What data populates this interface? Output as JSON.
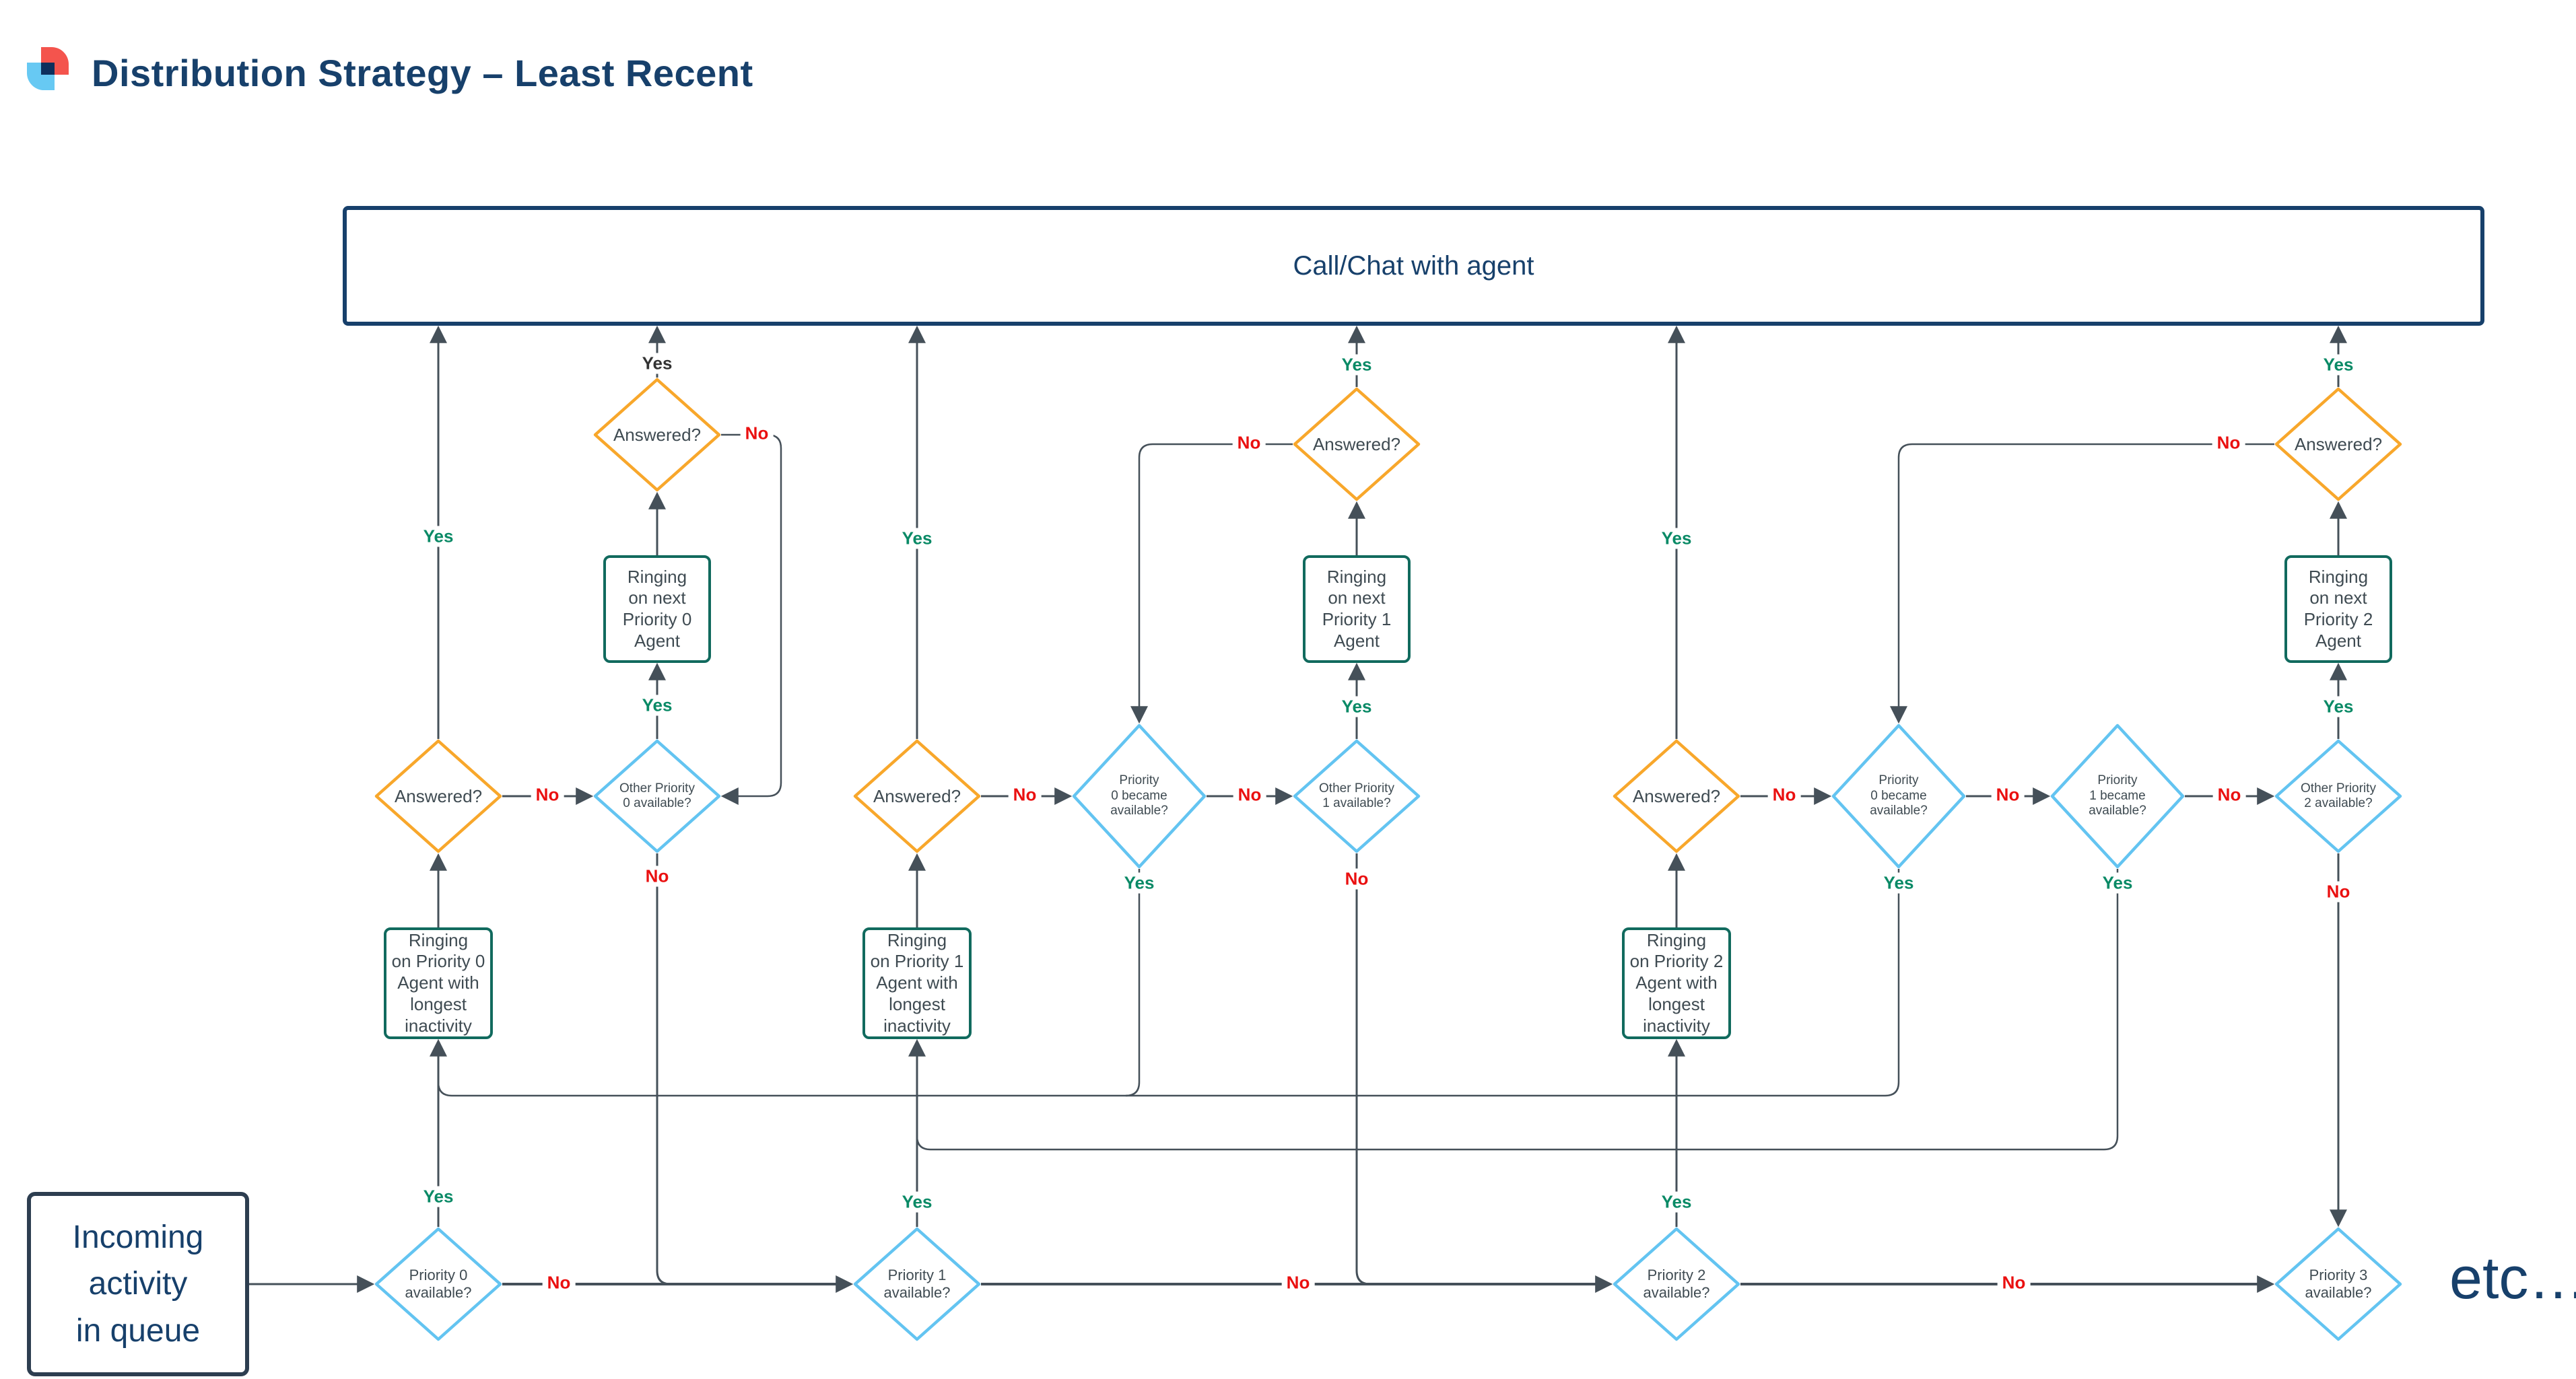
{
  "header": {
    "title": "Distribution Strategy – Least Recent"
  },
  "etc_label": "etc…",
  "edge_labels": {
    "yes": "Yes",
    "no": "No"
  },
  "colors": {
    "navy": "#17406b",
    "slate_border": "#2d3e50",
    "teal_border": "#116a5e",
    "orange_diamond": "#f8a72b",
    "blue_diamond": "#63c4f1",
    "line": "#455059",
    "yes_green": "#0a8a66",
    "no_red": "#ea1010",
    "node_text": "#3f4b52",
    "logo_red": "#f4544d",
    "logo_blue": "#67c9f3",
    "logo_navy": "#0e2f5c"
  },
  "nodes": {
    "callchat": {
      "lines": [
        "Call/Chat with agent"
      ]
    },
    "incoming": {
      "lines": [
        "Incoming",
        "activity",
        "in queue"
      ]
    },
    "ring_next_p0": {
      "lines": [
        "Ringing",
        "on next",
        "Priority 0",
        "Agent"
      ]
    },
    "ring_next_p1": {
      "lines": [
        "Ringing",
        "on next",
        "Priority 1",
        "Agent"
      ]
    },
    "ring_next_p2": {
      "lines": [
        "Ringing",
        "on next",
        "Priority 2",
        "Agent"
      ]
    },
    "ring_long_p0": {
      "lines": [
        "Ringing",
        "on Priority 0",
        "Agent with",
        "longest",
        "inactivity"
      ]
    },
    "ring_long_p1": {
      "lines": [
        "Ringing",
        "on Priority 1",
        "Agent with",
        "longest",
        "inactivity"
      ]
    },
    "ring_long_p2": {
      "lines": [
        "Ringing",
        "on Priority 2",
        "Agent with",
        "longest",
        "inactivity"
      ]
    },
    "ans_top_p0": {
      "lines": [
        "Answered?"
      ]
    },
    "ans_top_p1": {
      "lines": [
        "Answered?"
      ]
    },
    "ans_top_p2": {
      "lines": [
        "Answered?"
      ]
    },
    "ans_mid_p0": {
      "lines": [
        "Answered?"
      ]
    },
    "ans_mid_p1": {
      "lines": [
        "Answered?"
      ]
    },
    "ans_mid_p2": {
      "lines": [
        "Answered?"
      ]
    },
    "other_p0": {
      "lines": [
        "Other Priority",
        "0 available?"
      ]
    },
    "other_p1": {
      "lines": [
        "Other Priority",
        "1 available?"
      ]
    },
    "other_p2": {
      "lines": [
        "Other Priority",
        "2 available?"
      ]
    },
    "became_p0_g2": {
      "lines": [
        "Priority",
        "0 became",
        "available?"
      ]
    },
    "became_p0_g3": {
      "lines": [
        "Priority",
        "0 became",
        "available?"
      ]
    },
    "became_p1_g3": {
      "lines": [
        "Priority",
        "1 became",
        "available?"
      ]
    },
    "prio0": {
      "lines": [
        "Priority 0",
        "available?"
      ]
    },
    "prio1": {
      "lines": [
        "Priority 1",
        "available?"
      ]
    },
    "prio2": {
      "lines": [
        "Priority 2",
        "available?"
      ]
    },
    "prio3": {
      "lines": [
        "Priority 3",
        "available?"
      ]
    }
  }
}
